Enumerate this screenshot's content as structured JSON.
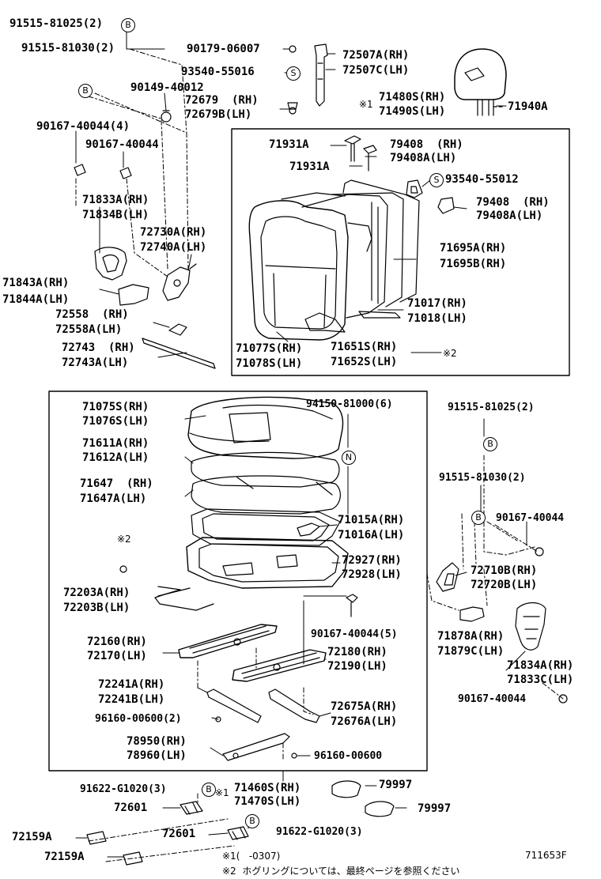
{
  "diagram": {
    "figure_id": "711653F",
    "callouts": {
      "b": "B",
      "s": "S",
      "n": "N",
      "mark1": "※1",
      "mark2": "※2"
    },
    "part_labels": {
      "p01": "91515-81025(2)",
      "p02": "91515-81030(2)",
      "p03": "90179-06007",
      "p04": "93540-55016",
      "p05": "72507A(RH)",
      "p06": "72507C(LH)",
      "p07": "90149-40012",
      "p08": "72679  (RH)",
      "p09": "72679B(LH)",
      "p10": "71480S(RH)",
      "p11": "71490S(LH)",
      "p12": "71940A",
      "p13": "90167-40044(4)",
      "p14": "90167-40044",
      "p15": "71931A",
      "p16": "71931A",
      "p17": "79408  (RH)",
      "p18": "79408A(LH)",
      "p19": "93540-55012",
      "p20": "71833A(RH)",
      "p21": "71834B(LH)",
      "p22": "79408  (RH)",
      "p23": "79408A(LH)",
      "p24": "72730A(RH)",
      "p25": "72740A(LH)",
      "p26": "71695A(RH)",
      "p27": "71695B(RH)",
      "p28": "71843A(RH)",
      "p29": "71844A(LH)",
      "p30": "72558  (RH)",
      "p31": "72558A(LH)",
      "p32": "71017(RH)",
      "p33": "71018(LH)",
      "p34": "72743  (RH)",
      "p35": "72743A(LH)",
      "p36": "71077S(RH)",
      "p37": "71078S(LH)",
      "p38": "71651S(RH)",
      "p39": "71652S(LH)",
      "p40": "71075S(RH)",
      "p41": "71076S(LH)",
      "p42": "94150-81000(6)",
      "p43": "91515-81025(2)",
      "p44": "71611A(RH)",
      "p45": "71612A(LH)",
      "p46": "71647  (RH)",
      "p47": "71647A(LH)",
      "p48": "91515-81030(2)",
      "p49": "90167-40044",
      "p50": "71015A(RH)",
      "p51": "71016A(LH)",
      "p52": "72927(RH)",
      "p53": "72928(LH)",
      "p54": "72710B(RH)",
      "p55": "72720B(LH)",
      "p56": "72203A(RH)",
      "p57": "72203B(LH)",
      "p58": "90167-40044(5)",
      "p59": "71878A(RH)",
      "p60": "71879C(LH)",
      "p61": "72160(RH)",
      "p62": "72170(LH)",
      "p63": "72180(RH)",
      "p64": "72190(LH)",
      "p65": "71834A(RH)",
      "p66": "71833C(LH)",
      "p67": "72241A(RH)",
      "p68": "72241B(LH)",
      "p69": "90167-40044",
      "p70": "72675A(RH)",
      "p71": "72676A(LH)",
      "p72": "96160-00600(2)",
      "p73": "78950(RH)",
      "p74": "78960(LH)",
      "p75": "96160-00600",
      "p76": "91622-G1020(3)",
      "p77": "71460S(RH)",
      "p78": "71470S(LH)",
      "p79": "79997",
      "p80": "72601",
      "p81": "79997",
      "p82": "72159A",
      "p83": "72601",
      "p84": "91622-G1020(3)",
      "p85": "72159A"
    },
    "footnotes": {
      "note1": "※1(   -0307)",
      "note2": "※2  ホグリングについては、最終ページを参照ください"
    }
  }
}
